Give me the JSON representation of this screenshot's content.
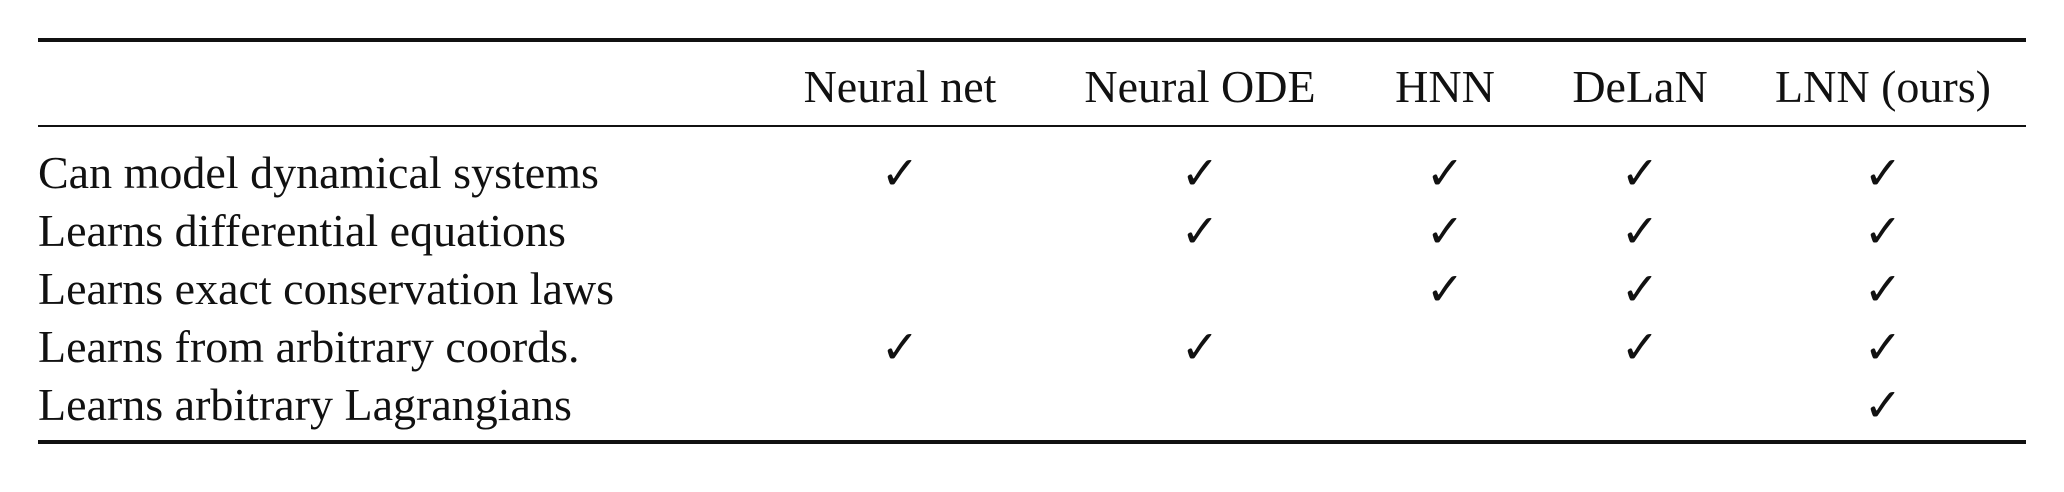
{
  "table": {
    "columns": [
      "Neural net",
      "Neural ODE",
      "HNN",
      "DeLaN",
      "LNN (ours)"
    ],
    "check_symbol": "✓",
    "rows": [
      {
        "label": "Can model dynamical systems",
        "checks": [
          true,
          true,
          true,
          true,
          true
        ]
      },
      {
        "label": "Learns differential equations",
        "checks": [
          false,
          true,
          true,
          true,
          true
        ]
      },
      {
        "label": "Learns exact conservation laws",
        "checks": [
          false,
          false,
          true,
          true,
          true
        ]
      },
      {
        "label": "Learns from arbitrary coords.",
        "checks": [
          true,
          true,
          false,
          true,
          true
        ]
      },
      {
        "label": "Learns arbitrary Lagrangians",
        "checks": [
          false,
          false,
          false,
          false,
          true
        ]
      }
    ]
  }
}
